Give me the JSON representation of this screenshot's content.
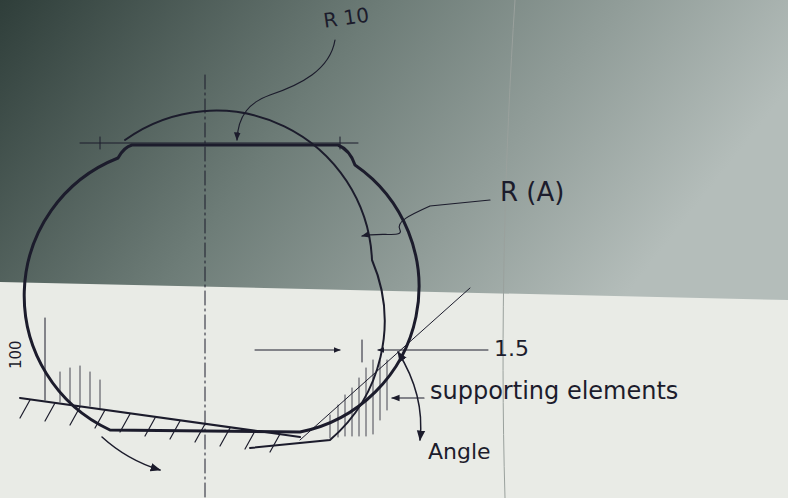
{
  "diagram": {
    "labels": [
      "R 10",
      "R (A)",
      "1.5",
      "supporting elements",
      "Angle",
      "100"
    ]
  }
}
